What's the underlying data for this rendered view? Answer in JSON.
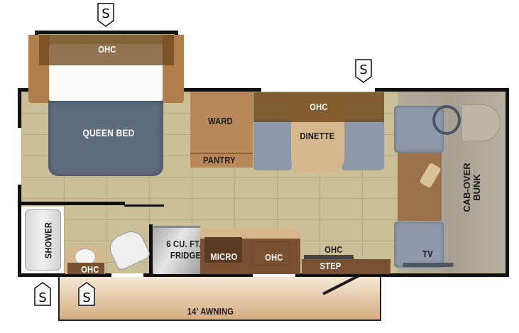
{
  "labels": {
    "bedroom_ohc": "OHC",
    "queen_bed": "QUEEN BED",
    "ward": "WARD",
    "pantry": "PANTRY",
    "dinette_ohc": "OHC",
    "dinette": "DINETTE",
    "cab_over_bunk_line1": "CAB-OVER",
    "cab_over_bunk_line2": "BUNK",
    "tv": "TV",
    "shower": "SHOWER",
    "bath_ohc": "OHC",
    "fridge_line1": "6 CU. FT.",
    "fridge_line2": "FRIDGE",
    "micro": "MICRO",
    "kitchen_ohc": "OHC",
    "step_ohc": "OHC",
    "step": "STEP",
    "awning": "14’ AWNING"
  },
  "slide_markers": [
    "S",
    "S",
    "S",
    "S"
  ],
  "colors": {
    "wall": "#111111",
    "floor": "#cbbf98",
    "cabinet": "#7a5130",
    "bed": "#5e6c7e",
    "seat": "#8d99a8",
    "cab": "#b3ac9c",
    "awning": "#d9b48d"
  }
}
